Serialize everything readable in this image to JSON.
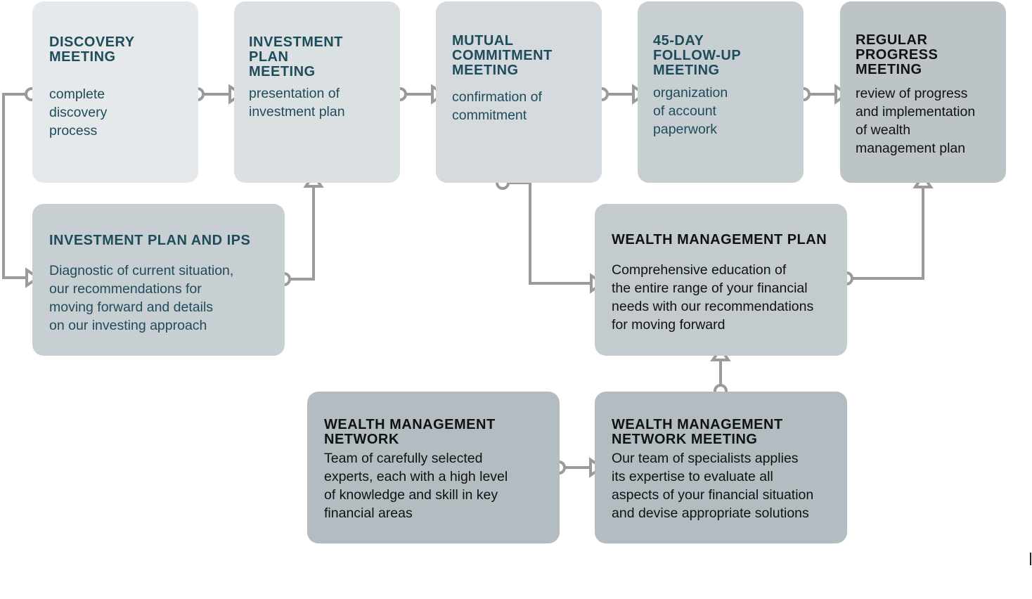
{
  "boxes": {
    "discovery": {
      "title": [
        "DISCOVERY",
        "MEETING"
      ],
      "desc": [
        "complete",
        "discovery",
        "process"
      ],
      "color": "#e6e9eb"
    },
    "investment_plan_meeting": {
      "title": [
        "INVESTMENT",
        "PLAN",
        "MEETING"
      ],
      "desc": [
        "presentation of",
        "investment plan"
      ],
      "color": "#dbe0e3"
    },
    "mutual_commitment": {
      "title": [
        "MUTUAL",
        "COMMITMENT",
        "MEETING"
      ],
      "desc": [
        "confirmation of",
        "commitment"
      ],
      "color": "#d4dadd"
    },
    "followup": {
      "title": [
        "45-DAY",
        "FOLLOW-UP",
        "MEETING"
      ],
      "desc": [
        "organization",
        "of account",
        "paperwork"
      ],
      "color": "#c8cfd3"
    },
    "regular_progress": {
      "title": [
        "REGULAR",
        "PROGRESS",
        "MEETING"
      ],
      "desc": [
        "review of progress",
        "and implementation",
        "of wealth",
        "management plan"
      ],
      "color": "#bcc4c8"
    },
    "investment_plan_ips": {
      "title": [
        "INVESTMENT PLAN AND IPS"
      ],
      "desc": [
        "Diagnostic of current situation,",
        "our recommendations for",
        "moving forward and details",
        "on our investing approach"
      ],
      "color": "#c8cfd3"
    },
    "wealth_plan": {
      "title": [
        "WEALTH MANAGEMENT PLAN"
      ],
      "desc": [
        "Comprehensive education of",
        "the entire range of your financial",
        "needs with our recommendations",
        "for moving forward"
      ],
      "color": "#c4cbcf"
    },
    "network": {
      "title": [
        "WEALTH MANAGEMENT",
        "NETWORK"
      ],
      "desc": [
        "Team of carefully selected",
        "experts, each with a high level",
        "of knowledge and skill in key",
        "financial areas"
      ],
      "color": "#b3bdc1"
    },
    "network_meeting": {
      "title": [
        "WEALTH MANAGEMENT",
        "NETWORK MEETING"
      ],
      "desc": [
        "Our team of specialists applies",
        "its expertise to evaluate all",
        "aspects of your financial situation",
        "and devise appropriate solutions"
      ],
      "color": "#b3bdc1"
    }
  },
  "connector_color": "#9a9a9a"
}
